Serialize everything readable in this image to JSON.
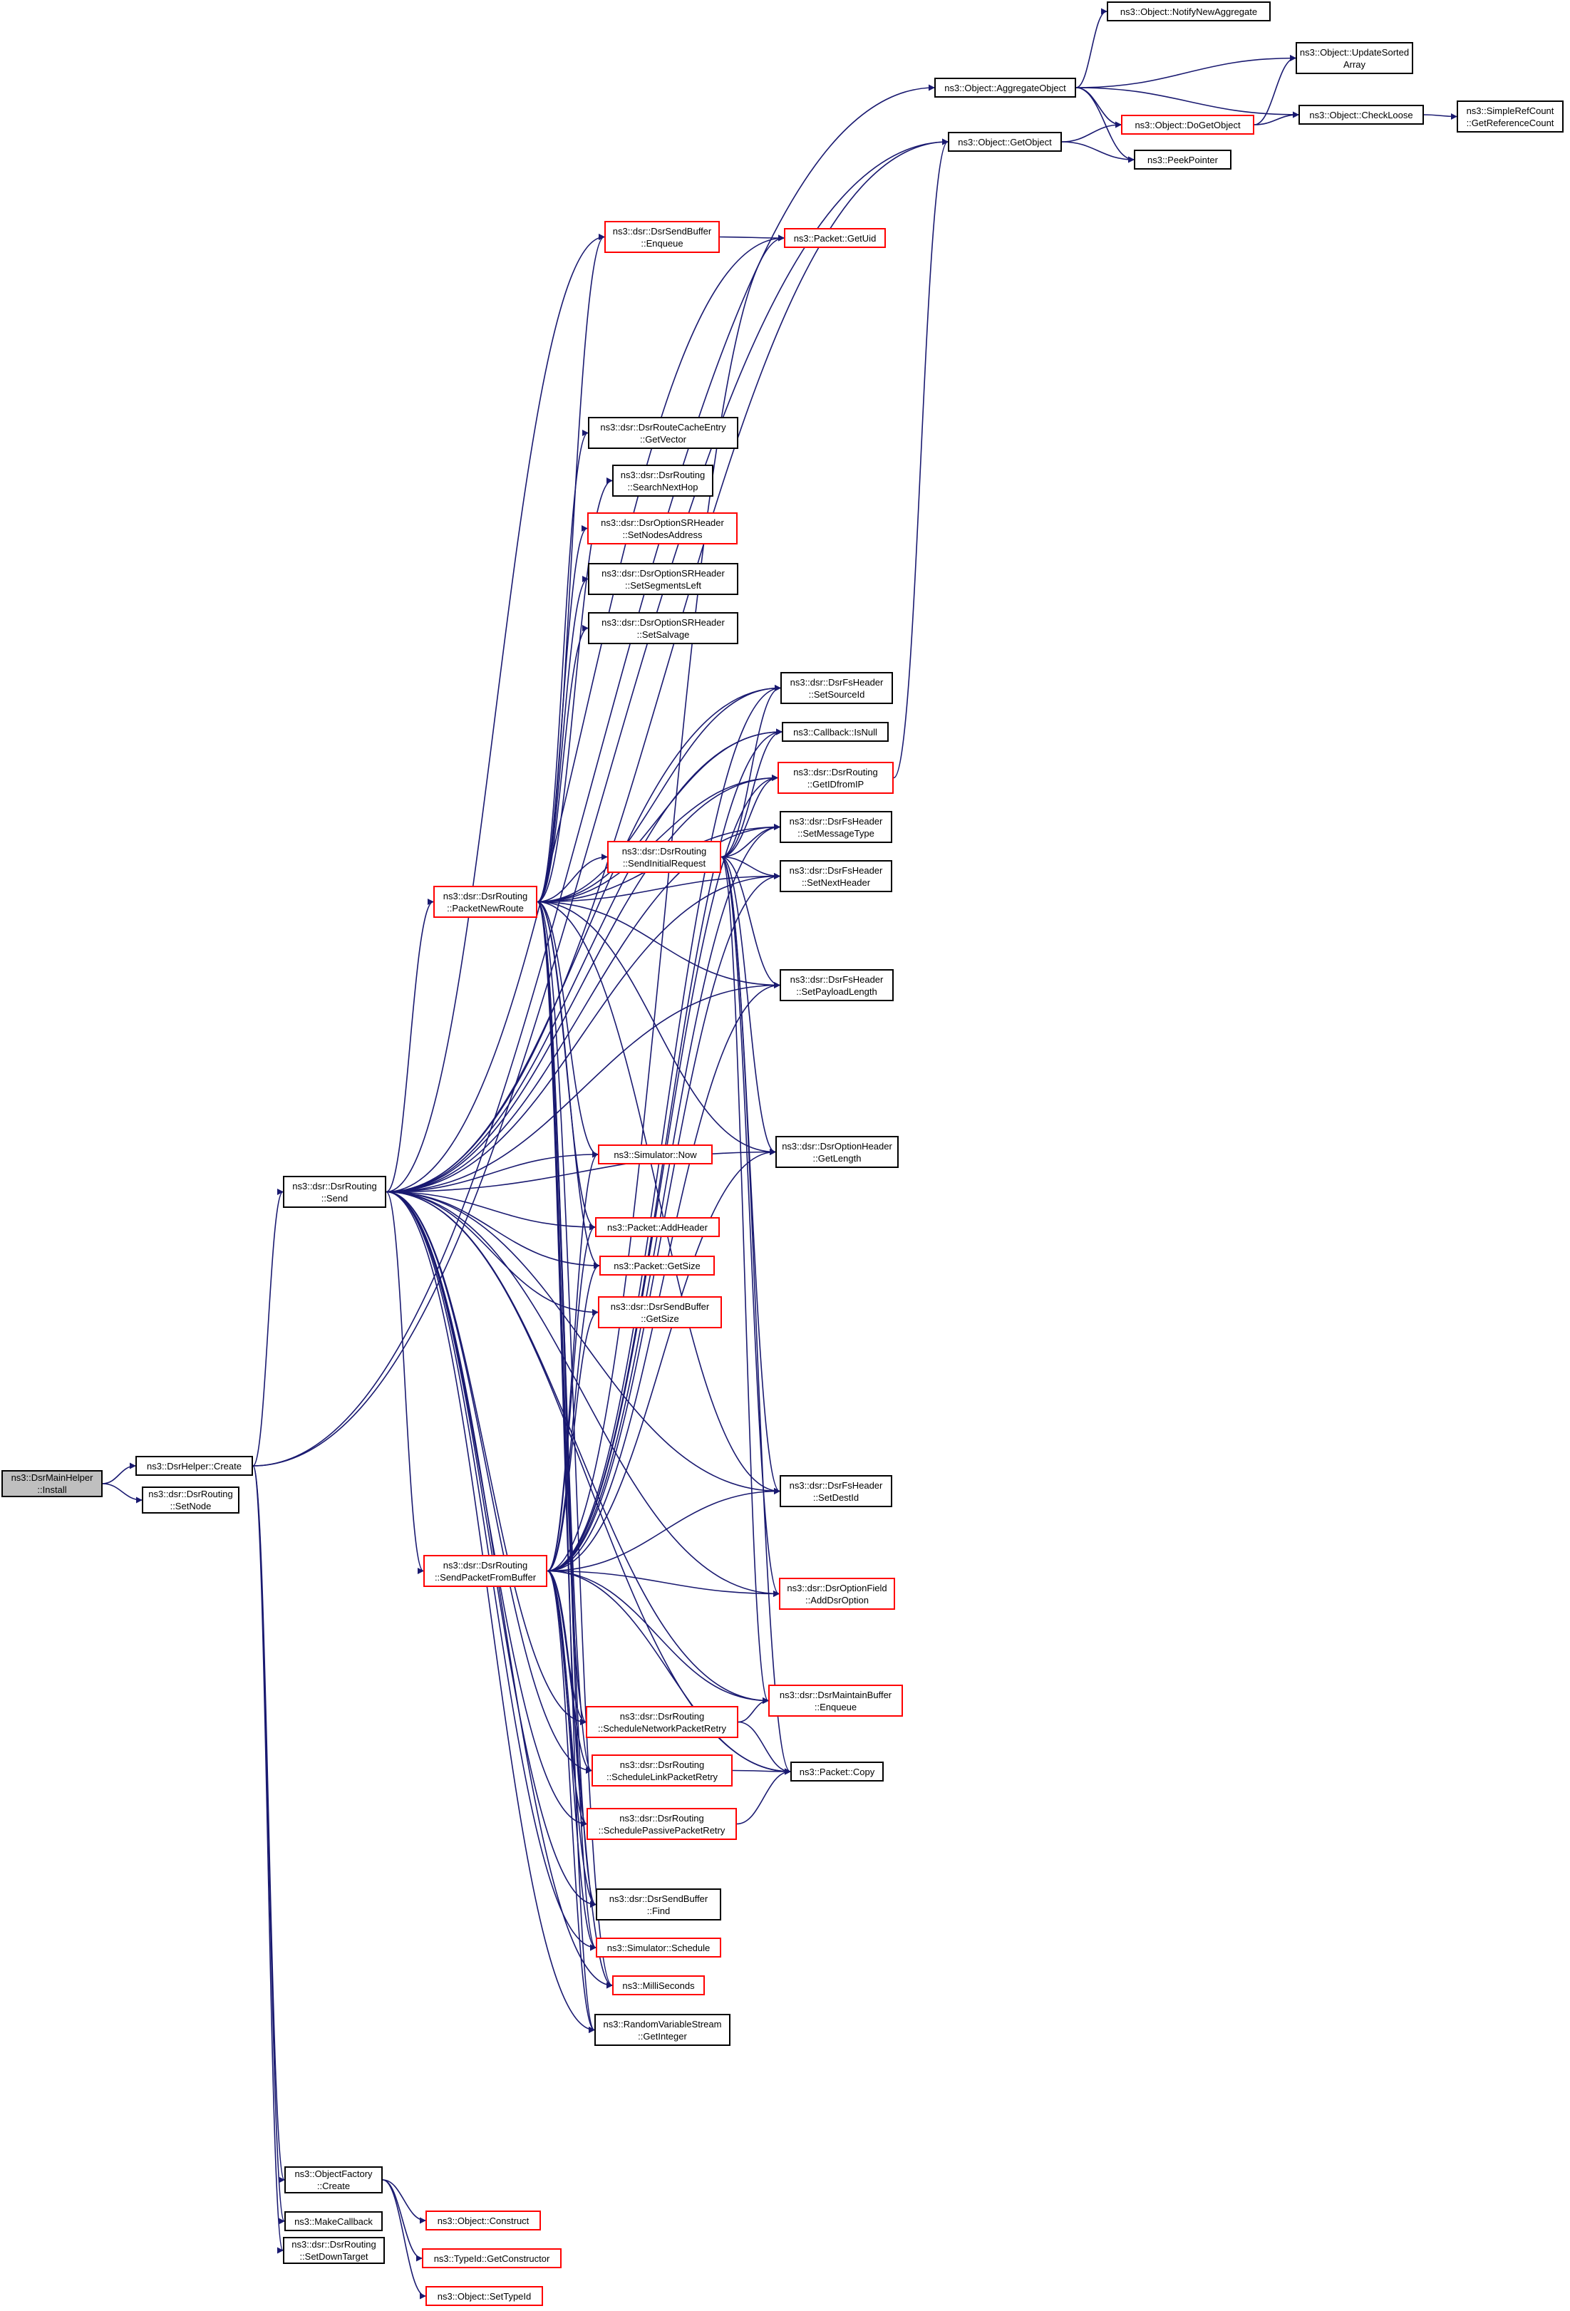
{
  "diagram": {
    "colors": {
      "edge": "#191970",
      "node_border": "#000000",
      "node_border_incomplete": "#ff0000",
      "root_fill": "#bfbfbf",
      "background": "#ffffff"
    },
    "nodes": [
      {
        "id": "install",
        "label": "ns3::DsrMainHelper\n::Install",
        "style": "root"
      },
      {
        "id": "helper_create",
        "label": "ns3::DsrHelper::Create",
        "style": "normal"
      },
      {
        "id": "setnode",
        "label": "ns3::dsr::DsrRouting\n::SetNode",
        "style": "normal"
      },
      {
        "id": "send",
        "label": "ns3::dsr::DsrRouting\n::Send",
        "style": "normal"
      },
      {
        "id": "objfactory",
        "label": "ns3::ObjectFactory\n::Create",
        "style": "normal"
      },
      {
        "id": "makecallback",
        "label": "ns3::MakeCallback",
        "style": "normal"
      },
      {
        "id": "setdowntarget",
        "label": "ns3::dsr::DsrRouting\n::SetDownTarget",
        "style": "normal"
      },
      {
        "id": "aggregate",
        "label": "ns3::Object::AggregateObject",
        "style": "normal"
      },
      {
        "id": "getobject",
        "label": "ns3::Object::GetObject",
        "style": "normal"
      },
      {
        "id": "notifynew",
        "label": "ns3::Object::NotifyNewAggregate",
        "style": "normal"
      },
      {
        "id": "updatesorted",
        "label": "ns3::Object::UpdateSorted\nArray",
        "style": "normal"
      },
      {
        "id": "dogetobject",
        "label": "ns3::Object::DoGetObject",
        "style": "red"
      },
      {
        "id": "checkloose",
        "label": "ns3::Object::CheckLoose",
        "style": "normal"
      },
      {
        "id": "simplerefcount",
        "label": "ns3::SimpleRefCount\n::GetReferenceCount",
        "style": "normal"
      },
      {
        "id": "peekpointer",
        "label": "ns3::PeekPointer",
        "style": "normal"
      },
      {
        "id": "sendbuf_enqueue",
        "label": "ns3::dsr::DsrSendBuffer\n::Enqueue",
        "style": "red"
      },
      {
        "id": "packet_getuid",
        "label": "ns3::Packet::GetUid",
        "style": "red"
      },
      {
        "id": "getvector",
        "label": "ns3::dsr::DsrRouteCacheEntry\n::GetVector",
        "style": "normal"
      },
      {
        "id": "searchnexthop",
        "label": "ns3::dsr::DsrRouting\n::SearchNextHop",
        "style": "normal"
      },
      {
        "id": "setnodesaddress",
        "label": "ns3::dsr::DsrOptionSRHeader\n::SetNodesAddress",
        "style": "red"
      },
      {
        "id": "setsegmentsleft",
        "label": "ns3::dsr::DsrOptionSRHeader\n::SetSegmentsLeft",
        "style": "normal"
      },
      {
        "id": "setsalvage",
        "label": "ns3::dsr::DsrOptionSRHeader\n::SetSalvage",
        "style": "normal"
      },
      {
        "id": "setsourceid",
        "label": "ns3::dsr::DsrFsHeader\n::SetSourceId",
        "style": "normal"
      },
      {
        "id": "callback_isnull",
        "label": "ns3::Callback::IsNull",
        "style": "normal"
      },
      {
        "id": "getidfromip",
        "label": "ns3::dsr::DsrRouting\n::GetIDfromIP",
        "style": "red"
      },
      {
        "id": "setmessagetype",
        "label": "ns3::dsr::DsrFsHeader\n::SetMessageType",
        "style": "normal"
      },
      {
        "id": "sendinitialrequest",
        "label": "ns3::dsr::DsrRouting\n::SendInitialRequest",
        "style": "red"
      },
      {
        "id": "setnextheader",
        "label": "ns3::dsr::DsrFsHeader\n::SetNextHeader",
        "style": "normal"
      },
      {
        "id": "packetnewroute",
        "label": "ns3::dsr::DsrRouting\n::PacketNewRoute",
        "style": "red"
      },
      {
        "id": "setpayloadlength",
        "label": "ns3::dsr::DsrFsHeader\n::SetPayloadLength",
        "style": "normal"
      },
      {
        "id": "optionheader_getlength",
        "label": "ns3::dsr::DsrOptionHeader\n::GetLength",
        "style": "normal"
      },
      {
        "id": "simulator_now",
        "label": "ns3::Simulator::Now",
        "style": "red"
      },
      {
        "id": "packet_addheader",
        "label": "ns3::Packet::AddHeader",
        "style": "red"
      },
      {
        "id": "packet_getsize",
        "label": "ns3::Packet::GetSize",
        "style": "red"
      },
      {
        "id": "sendbuf_getsize",
        "label": "ns3::dsr::DsrSendBuffer\n::GetSize",
        "style": "red"
      },
      {
        "id": "setdestid",
        "label": "ns3::dsr::DsrFsHeader\n::SetDestId",
        "style": "normal"
      },
      {
        "id": "sendpacketfrombuffer",
        "label": "ns3::dsr::DsrRouting\n::SendPacketFromBuffer",
        "style": "red"
      },
      {
        "id": "adddsroption",
        "label": "ns3::dsr::DsrOptionField\n::AddDsrOption",
        "style": "red"
      },
      {
        "id": "maintain_enqueue",
        "label": "ns3::dsr::DsrMaintainBuffer\n::Enqueue",
        "style": "red"
      },
      {
        "id": "schednetworkretry",
        "label": "ns3::dsr::DsrRouting\n::ScheduleNetworkPacketRetry",
        "style": "red"
      },
      {
        "id": "schedlinkretry",
        "label": "ns3::dsr::DsrRouting\n::ScheduleLinkPacketRetry",
        "style": "red"
      },
      {
        "id": "packet_copy",
        "label": "ns3::Packet::Copy",
        "style": "normal"
      },
      {
        "id": "schedpassiveretry",
        "label": "ns3::dsr::DsrRouting\n::SchedulePassivePacketRetry",
        "style": "red"
      },
      {
        "id": "sendbuf_find",
        "label": "ns3::dsr::DsrSendBuffer\n::Find",
        "style": "normal"
      },
      {
        "id": "simulator_schedule",
        "label": "ns3::Simulator::Schedule",
        "style": "red"
      },
      {
        "id": "milliseconds",
        "label": "ns3::MilliSeconds",
        "style": "red"
      },
      {
        "id": "rvs_getinteger",
        "label": "ns3::RandomVariableStream\n::GetInteger",
        "style": "normal"
      },
      {
        "id": "object_construct",
        "label": "ns3::Object::Construct",
        "style": "red"
      },
      {
        "id": "typeid_getconstructor",
        "label": "ns3::TypeId::GetConstructor",
        "style": "red"
      },
      {
        "id": "object_settypeid",
        "label": "ns3::Object::SetTypeId",
        "style": "red"
      }
    ],
    "edges": [
      [
        "install",
        "helper_create"
      ],
      [
        "install",
        "setnode"
      ],
      [
        "helper_create",
        "aggregate"
      ],
      [
        "helper_create",
        "getobject"
      ],
      [
        "helper_create",
        "send"
      ],
      [
        "helper_create",
        "objfactory"
      ],
      [
        "helper_create",
        "makecallback"
      ],
      [
        "helper_create",
        "setdowntarget"
      ],
      [
        "aggregate",
        "notifynew"
      ],
      [
        "aggregate",
        "updatesorted"
      ],
      [
        "aggregate",
        "dogetobject"
      ],
      [
        "aggregate",
        "checkloose"
      ],
      [
        "aggregate",
        "peekpointer"
      ],
      [
        "getobject",
        "dogetobject"
      ],
      [
        "getobject",
        "peekpointer"
      ],
      [
        "dogetobject",
        "updatesorted"
      ],
      [
        "dogetobject",
        "checkloose"
      ],
      [
        "checkloose",
        "simplerefcount"
      ],
      [
        "sendbuf_enqueue",
        "packet_getuid"
      ],
      [
        "getidfromip",
        "getobject"
      ],
      [
        "send",
        "getobject"
      ],
      [
        "send",
        "packet_getuid"
      ],
      [
        "send",
        "sendbuf_enqueue"
      ],
      [
        "send",
        "setsourceid"
      ],
      [
        "send",
        "getidfromip"
      ],
      [
        "send",
        "setmessagetype"
      ],
      [
        "send",
        "setnextheader"
      ],
      [
        "send",
        "packetnewroute"
      ],
      [
        "send",
        "setpayloadlength"
      ],
      [
        "send",
        "optionheader_getlength"
      ],
      [
        "send",
        "simulator_now"
      ],
      [
        "send",
        "packet_addheader"
      ],
      [
        "send",
        "packet_getsize"
      ],
      [
        "send",
        "sendbuf_getsize"
      ],
      [
        "send",
        "sendpacketfrombuffer"
      ],
      [
        "send",
        "setdestid"
      ],
      [
        "send",
        "callback_isnull"
      ],
      [
        "send",
        "schednetworkretry"
      ],
      [
        "send",
        "schedlinkretry"
      ],
      [
        "send",
        "schedpassiveretry"
      ],
      [
        "send",
        "packet_copy"
      ],
      [
        "send",
        "sendbuf_find"
      ],
      [
        "send",
        "simulator_schedule"
      ],
      [
        "send",
        "milliseconds"
      ],
      [
        "send",
        "rvs_getinteger"
      ],
      [
        "send",
        "adddsroption"
      ],
      [
        "send",
        "maintain_enqueue"
      ],
      [
        "packetnewroute",
        "sendbuf_enqueue"
      ],
      [
        "packetnewroute",
        "getvector"
      ],
      [
        "packetnewroute",
        "searchnexthop"
      ],
      [
        "packetnewroute",
        "setnodesaddress"
      ],
      [
        "packetnewroute",
        "setsegmentsleft"
      ],
      [
        "packetnewroute",
        "setsalvage"
      ],
      [
        "packetnewroute",
        "setsourceid"
      ],
      [
        "packetnewroute",
        "callback_isnull"
      ],
      [
        "packetnewroute",
        "getidfromip"
      ],
      [
        "packetnewroute",
        "setmessagetype"
      ],
      [
        "packetnewroute",
        "setnextheader"
      ],
      [
        "packetnewroute",
        "sendinitialrequest"
      ],
      [
        "packetnewroute",
        "setpayloadlength"
      ],
      [
        "packetnewroute",
        "optionheader_getlength"
      ],
      [
        "packetnewroute",
        "simulator_now"
      ],
      [
        "packetnewroute",
        "packet_addheader"
      ],
      [
        "packetnewroute",
        "packet_getsize"
      ],
      [
        "packetnewroute",
        "setdestid"
      ],
      [
        "packetnewroute",
        "schednetworkretry"
      ],
      [
        "packetnewroute",
        "schedlinkretry"
      ],
      [
        "packetnewroute",
        "schedpassiveretry"
      ],
      [
        "packetnewroute",
        "sendbuf_find"
      ],
      [
        "packetnewroute",
        "simulator_schedule"
      ],
      [
        "packetnewroute",
        "milliseconds"
      ],
      [
        "packetnewroute",
        "rvs_getinteger"
      ],
      [
        "sendinitialrequest",
        "setsourceid"
      ],
      [
        "sendinitialrequest",
        "getidfromip"
      ],
      [
        "sendinitialrequest",
        "setmessagetype"
      ],
      [
        "sendinitialrequest",
        "setnextheader"
      ],
      [
        "sendinitialrequest",
        "setpayloadlength"
      ],
      [
        "sendinitialrequest",
        "optionheader_getlength"
      ],
      [
        "sendinitialrequest",
        "setdestid"
      ],
      [
        "sendinitialrequest",
        "adddsroption"
      ],
      [
        "sendinitialrequest",
        "maintain_enqueue"
      ],
      [
        "sendinitialrequest",
        "packet_copy"
      ],
      [
        "sendinitialrequest",
        "callback_isnull"
      ],
      [
        "sendpacketfrombuffer",
        "packet_getuid"
      ],
      [
        "sendpacketfrombuffer",
        "setsourceid"
      ],
      [
        "sendpacketfrombuffer",
        "callback_isnull"
      ],
      [
        "sendpacketfrombuffer",
        "getidfromip"
      ],
      [
        "sendpacketfrombuffer",
        "setmessagetype"
      ],
      [
        "sendpacketfrombuffer",
        "setnextheader"
      ],
      [
        "sendpacketfrombuffer",
        "setpayloadlength"
      ],
      [
        "sendpacketfrombuffer",
        "optionheader_getlength"
      ],
      [
        "sendpacketfrombuffer",
        "simulator_now"
      ],
      [
        "sendpacketfrombuffer",
        "packet_addheader"
      ],
      [
        "sendpacketfrombuffer",
        "packet_getsize"
      ],
      [
        "sendpacketfrombuffer",
        "sendbuf_getsize"
      ],
      [
        "sendpacketfrombuffer",
        "setdestid"
      ],
      [
        "sendpacketfrombuffer",
        "adddsroption"
      ],
      [
        "sendpacketfrombuffer",
        "maintain_enqueue"
      ],
      [
        "sendpacketfrombuffer",
        "schednetworkretry"
      ],
      [
        "sendpacketfrombuffer",
        "schedlinkretry"
      ],
      [
        "sendpacketfrombuffer",
        "schedpassiveretry"
      ],
      [
        "sendpacketfrombuffer",
        "packet_copy"
      ],
      [
        "sendpacketfrombuffer",
        "sendbuf_find"
      ],
      [
        "sendpacketfrombuffer",
        "simulator_schedule"
      ],
      [
        "sendpacketfrombuffer",
        "milliseconds"
      ],
      [
        "sendpacketfrombuffer",
        "rvs_getinteger"
      ],
      [
        "schednetworkretry",
        "packet_copy"
      ],
      [
        "schednetworkretry",
        "maintain_enqueue"
      ],
      [
        "schedlinkretry",
        "packet_copy"
      ],
      [
        "schedpassiveretry",
        "packet_copy"
      ],
      [
        "objfactory",
        "object_construct"
      ],
      [
        "objfactory",
        "typeid_getconstructor"
      ],
      [
        "objfactory",
        "object_settypeid"
      ]
    ]
  }
}
